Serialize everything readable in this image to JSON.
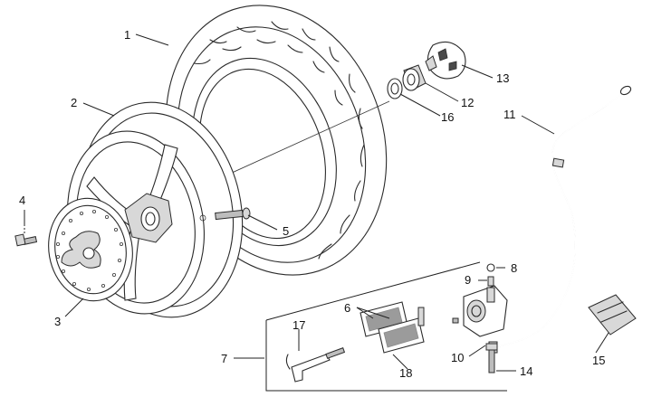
{
  "callouts": [
    {
      "id": "1",
      "label": "1"
    },
    {
      "id": "2",
      "label": "2"
    },
    {
      "id": "3",
      "label": "3"
    },
    {
      "id": "4",
      "label": "4"
    },
    {
      "id": "5",
      "label": "5"
    },
    {
      "id": "6",
      "label": "6"
    },
    {
      "id": "7",
      "label": "7"
    },
    {
      "id": "8",
      "label": "8"
    },
    {
      "id": "9",
      "label": "9"
    },
    {
      "id": "10",
      "label": "10"
    },
    {
      "id": "11",
      "label": "11"
    },
    {
      "id": "12",
      "label": "12"
    },
    {
      "id": "13",
      "label": "13"
    },
    {
      "id": "14",
      "label": "14"
    },
    {
      "id": "15",
      "label": "15"
    },
    {
      "id": "16",
      "label": "16"
    },
    {
      "id": "17",
      "label": "17"
    },
    {
      "id": "18",
      "label": "18"
    }
  ],
  "colors": {
    "line": "#2b2b2b",
    "background": "#ffffff",
    "part_fill": "#d8d8d8"
  }
}
